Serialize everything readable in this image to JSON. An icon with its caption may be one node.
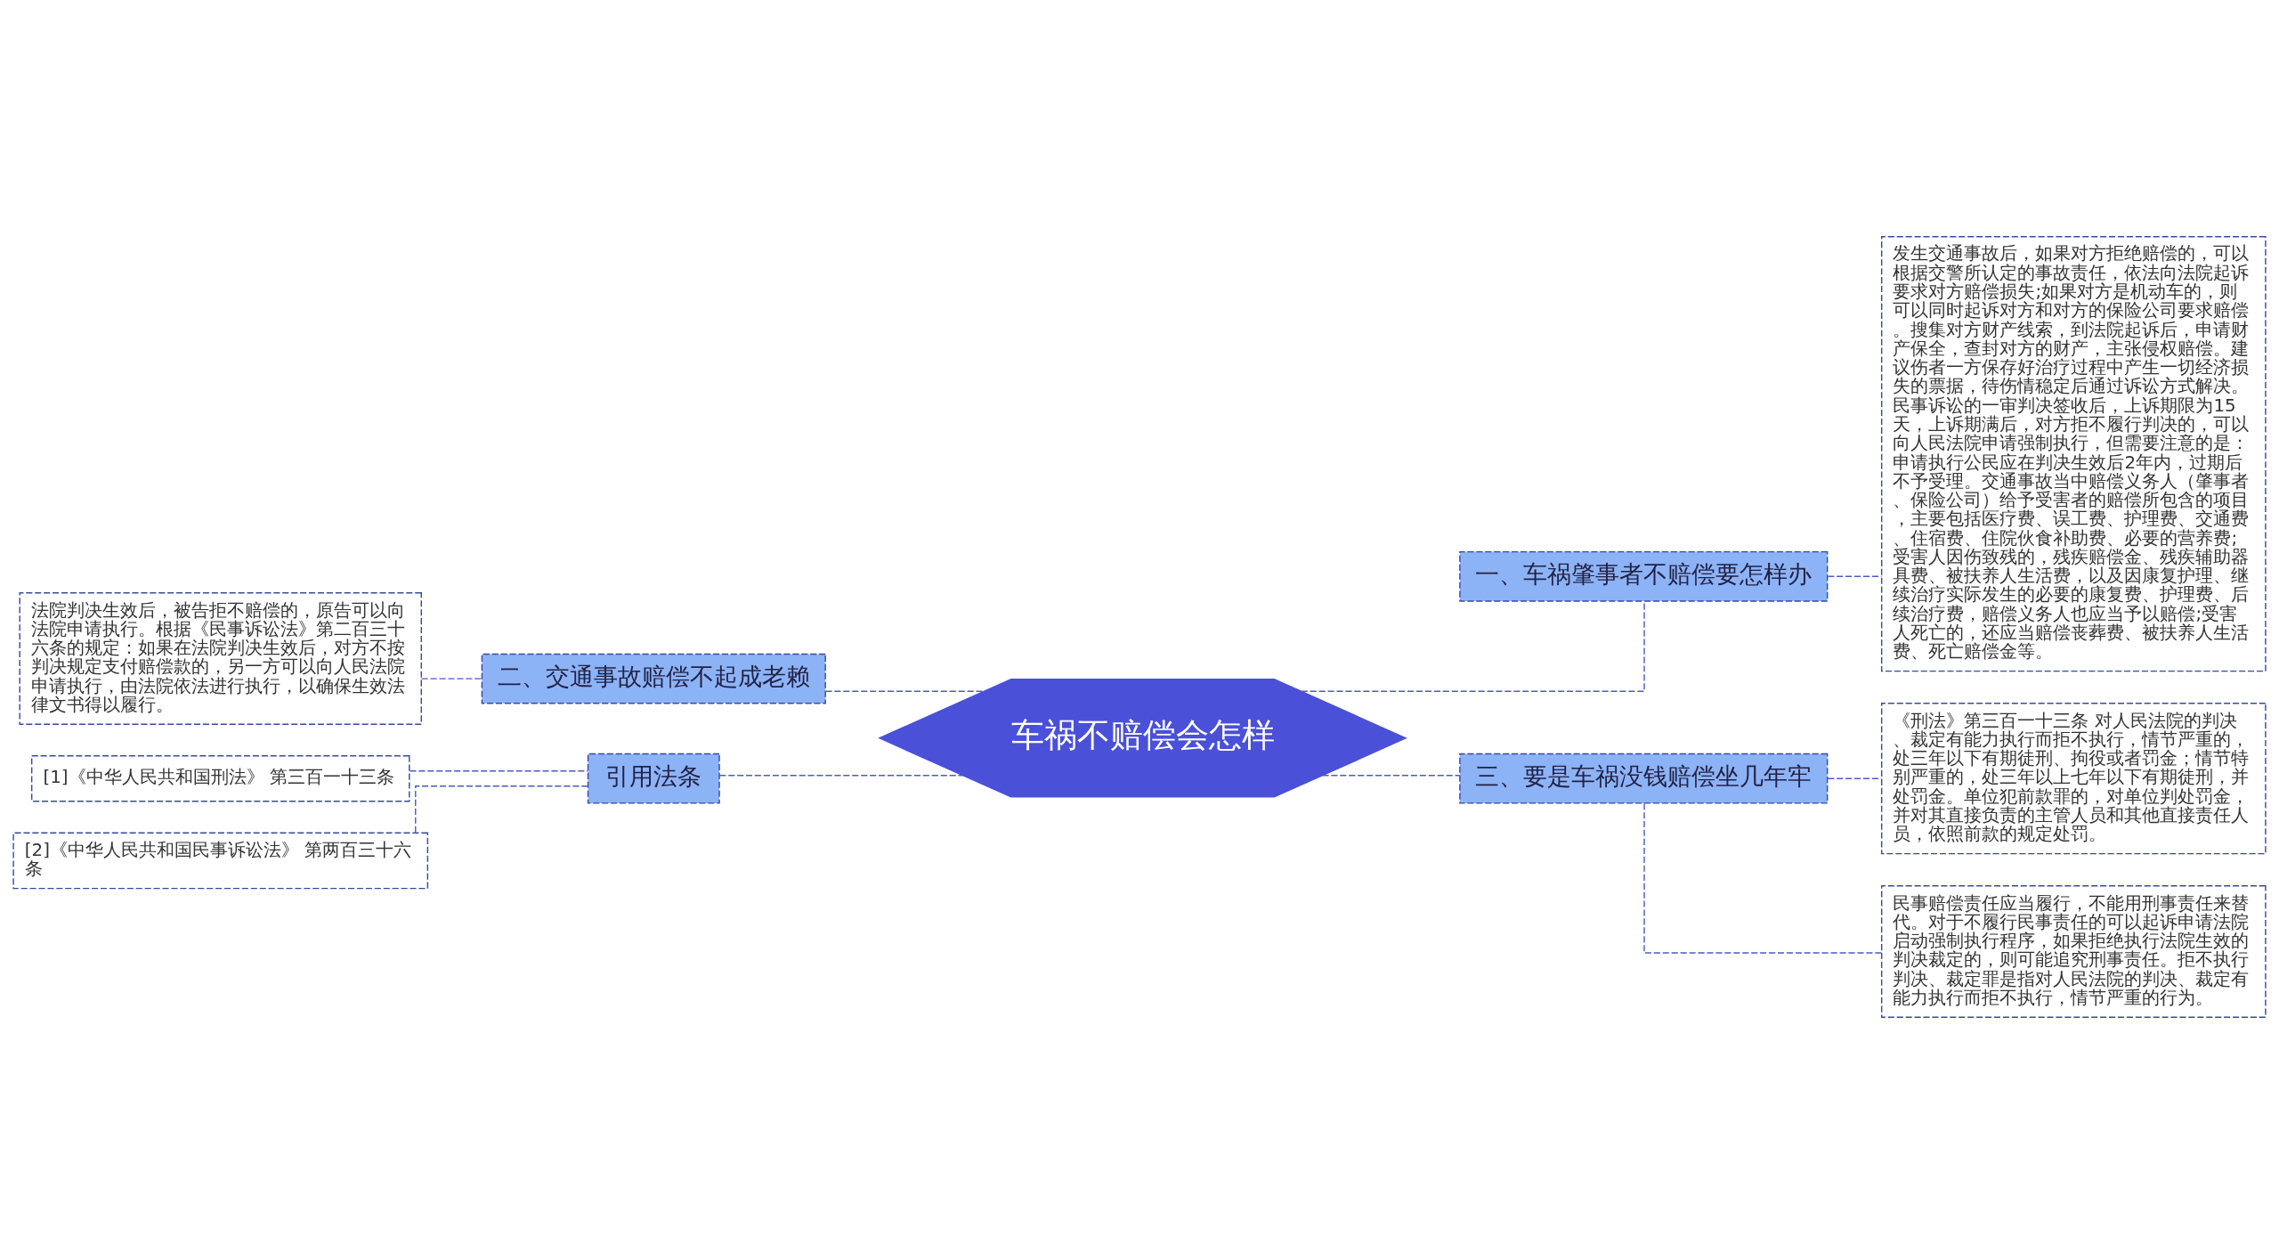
{
  "diagram": {
    "nodes": [
      {
        "text": [
          "车祸不赔偿会怎样"
        ]
      },
      {
        "text": [
          "一、车祸肇事者不赔偿要怎样办"
        ]
      },
      {
        "text": [
          "发生交通事故后，如果对方拒绝赔偿的，可以根据交警所认定的事故责任，依法向法院起诉要求对方赔偿损失;如果对方是机动车的，则可以同时起诉对方和对方的保险公司要求赔偿。搜集对方财产线索，到法院起诉后，申请财产保全，查封对方的财产，主张侵权赔偿。建议伤者一方保存好治疗过程中产生一切经济损失的票据，待伤情稳定后通过诉讼方式解决。民事诉讼的一审判决签收后，上诉期限为15天，上诉期满后，对方拒不履行判决的，可以向人民法院申请强制执行，但需要注意的是：申请执行公民应在判决生效后2年内，过期后不予受理。交通事故当中赔偿义务人（肇事者、保险公司）给予受害者的赔偿所包含的项目，主要包括医疗费、误工费、护理费、交通费、住宿费、住院伙食补助费、必要的营养费;受害人因伤致残的，残疾赔偿金、残疾辅助器具费、被扶养人生活费，以及因康复护理、继续治疗实际发生的必要的康复费、护理费、后续治疗费，赔偿义务人也应当予以赔偿;受害人死亡的，还应当赔偿丧葬费、被扶养人生活费、死亡赔偿金等。"
        ]
      },
      {
        "text": [
          "二、交通事故赔偿不起成老赖"
        ]
      },
      {
        "text": [
          "法院判决生效后，被告拒不赔偿的，原告可以向法院申请执行。根据《民事诉讼法》第二百三十六条的规定：如果在法院判决生效后，对方不按判决规定支付赔偿款的，另一方可以向人民法院申请执行，由法院依法进行执行，以确保生效法律文书得以履行。"
        ]
      },
      {
        "text": [
          "引用法条"
        ]
      },
      {
        "text": [
          "[1]《中华人民共和国刑法》 第三百一十三条"
        ]
      },
      {
        "text": [
          "[2]《中华人民共和国民事诉讼法》 第两百三十六条"
        ]
      },
      {
        "text": [
          "三、要是车祸没钱赔偿坐几年牢"
        ]
      },
      {
        "text": [
          "《刑法》第三百一十三条 对人民法院的判决、裁定有能力执行而拒不执行，情节严重的，处三年以下有期徒刑、拘役或者罚金；情节特别严重的，处三年以上七年以下有期徒刑，并处罚金。单位犯前款罪的，对单位判处罚金，并对其直接负责的主管人员和其他直接责任人员，依照前款的规定处罚。"
        ]
      },
      {
        "text": [
          "民事赔偿责任应当履行，不能用刑事责任来替代。对于不履行民事责任的可以起诉申请法院启动强制执行程序，如果拒绝执行法院生效的判决裁定的，则可能追究刑事责任。拒不执行判决、裁定罪是指对人民法院的判决、裁定有能力执行而拒不执行，情节严重的行为。"
        ]
      }
    ],
    "edges": [
      {
        "from": 0,
        "to": 1,
        "arrow": "none",
        "style": "dashed"
      },
      {
        "from": 1,
        "to": 2,
        "arrow": "none",
        "style": "dashed"
      },
      {
        "from": 0,
        "to": 3,
        "arrow": "none",
        "style": "dashed"
      },
      {
        "from": 3,
        "to": 4,
        "arrow": "none",
        "style": "dashed"
      },
      {
        "from": 0,
        "to": 5,
        "arrow": "none",
        "style": "dashed"
      },
      {
        "from": 5,
        "to": 6,
        "arrow": "none",
        "style": "dashed"
      },
      {
        "from": 5,
        "to": 7,
        "arrow": "none",
        "style": "dashed"
      },
      {
        "from": 0,
        "to": 8,
        "arrow": "none",
        "style": "dashed"
      },
      {
        "from": 8,
        "to": 9,
        "arrow": "none",
        "style": "dashed"
      },
      {
        "from": 8,
        "to": 10,
        "arrow": "none",
        "style": "dashed"
      }
    ]
  }
}
